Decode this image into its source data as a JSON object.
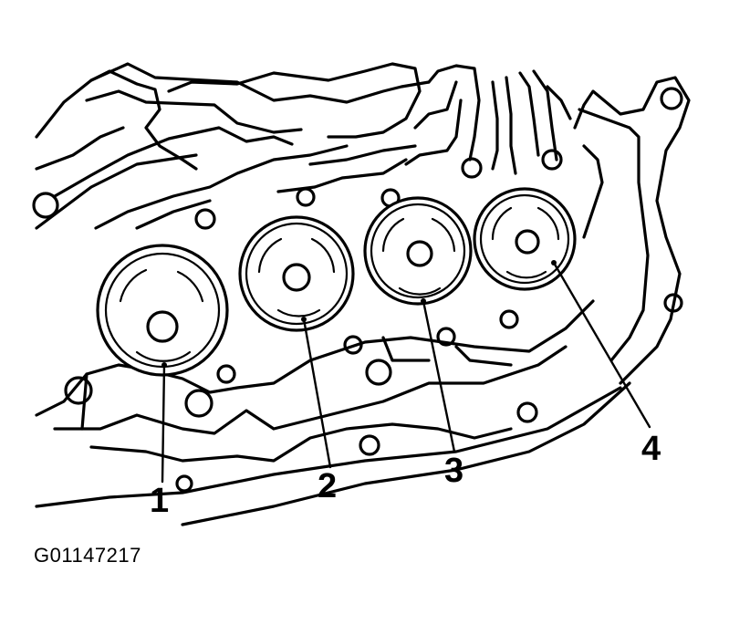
{
  "figure": {
    "id_label": "G01147217",
    "callouts": [
      "1",
      "2",
      "3",
      "4"
    ]
  },
  "colors": {
    "line": "#000000",
    "background": "#ffffff"
  }
}
